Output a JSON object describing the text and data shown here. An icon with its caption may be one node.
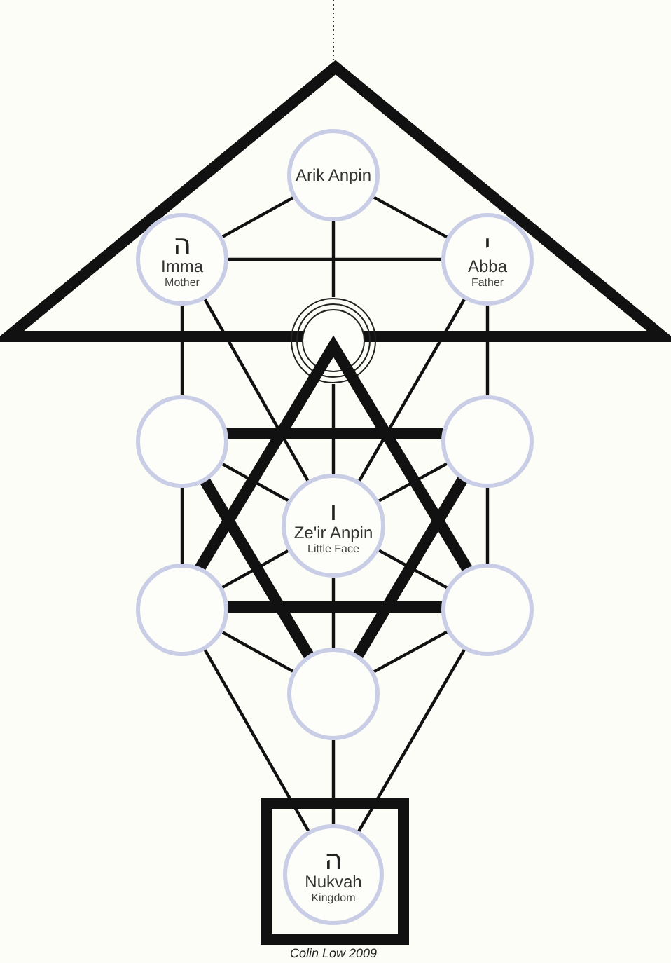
{
  "diagram": {
    "nodes": [
      {
        "text": [],
        "shape": "triangle"
      },
      {
        "text": [
          "Arik Anpin"
        ],
        "in": 0
      },
      {
        "text": [
          "ה",
          "Imma",
          "Mother"
        ],
        "in": 0
      },
      {
        "text": [
          "י",
          "Abba",
          "Father"
        ],
        "in": 0
      },
      {
        "text": [],
        "shape": "circle"
      },
      {
        "text": [],
        "shape": "star"
      },
      {
        "text": [],
        "shape": "circle"
      },
      {
        "text": [],
        "shape": "circle"
      },
      {
        "text": [
          "ו",
          "Ze'ir Anpin",
          "Little Face"
        ],
        "in": 5
      },
      {
        "text": [],
        "shape": "circle"
      },
      {
        "text": [],
        "shape": "circle"
      },
      {
        "text": [],
        "shape": "circle"
      },
      {
        "text": [],
        "shape": "box"
      },
      {
        "text": [
          "ה",
          "Nukvah",
          "Kingdom"
        ],
        "in": 12
      }
    ],
    "edges": [
      {
        "from": 1,
        "to": 2,
        "arrow": "none"
      },
      {
        "from": 1,
        "to": 3,
        "arrow": "none"
      },
      {
        "from": 1,
        "to": 4,
        "arrow": "none"
      },
      {
        "from": 4,
        "to": 8,
        "arrow": "none"
      },
      {
        "from": 2,
        "to": 3,
        "arrow": "none"
      },
      {
        "from": 2,
        "to": 6,
        "arrow": "none"
      },
      {
        "from": 2,
        "to": 8,
        "arrow": "none"
      },
      {
        "from": 3,
        "to": 7,
        "arrow": "none"
      },
      {
        "from": 3,
        "to": 8,
        "arrow": "none"
      },
      {
        "from": 6,
        "to": 8,
        "arrow": "none"
      },
      {
        "from": 7,
        "to": 8,
        "arrow": "none"
      },
      {
        "from": 6,
        "to": 9,
        "arrow": "none"
      },
      {
        "from": 7,
        "to": 10,
        "arrow": "none"
      },
      {
        "from": 8,
        "to": 9,
        "arrow": "none"
      },
      {
        "from": 8,
        "to": 10,
        "arrow": "none"
      },
      {
        "from": 8,
        "to": 11,
        "arrow": "none"
      },
      {
        "from": 9,
        "to": 11,
        "arrow": "none"
      },
      {
        "from": 10,
        "to": 11,
        "arrow": "none"
      },
      {
        "from": 9,
        "to": 13,
        "arrow": "none"
      },
      {
        "from": 10,
        "to": 13,
        "arrow": "none"
      },
      {
        "from": 11,
        "to": 13,
        "arrow": "none"
      }
    ],
    "labels": [
      "Colin Low 2009"
    ]
  }
}
